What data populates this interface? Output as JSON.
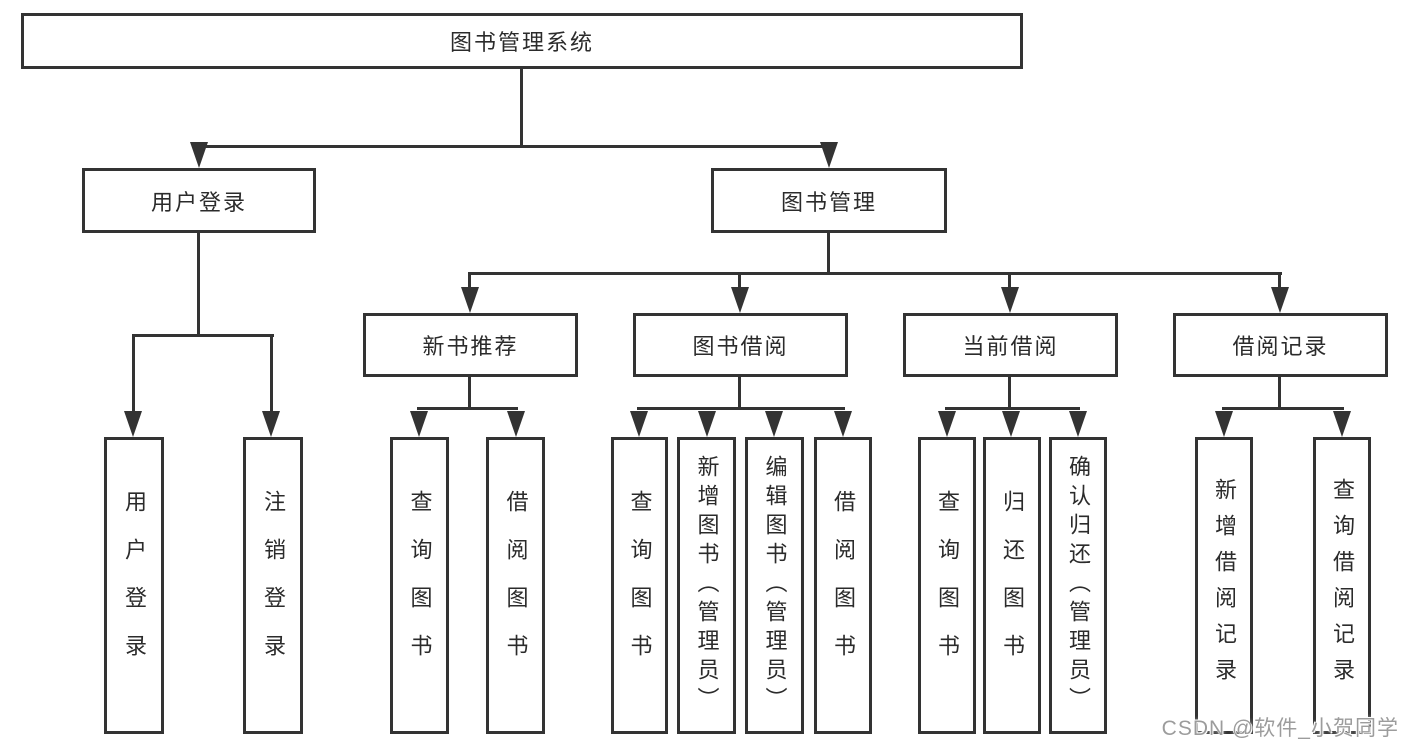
{
  "diagram": {
    "title_note": "functional structure tree of a library management system",
    "root": {
      "label": "图书管理系统"
    },
    "branches": [
      {
        "label": "用户登录",
        "children": [
          {
            "label": "用户登录"
          },
          {
            "label": "注销登录"
          }
        ]
      },
      {
        "label": "图书管理",
        "children": [
          {
            "label": "新书推荐",
            "children": [
              {
                "label": "查询图书"
              },
              {
                "label": "借阅图书"
              }
            ]
          },
          {
            "label": "图书借阅",
            "children": [
              {
                "label": "查询图书"
              },
              {
                "label": "新增图书（管理员）"
              },
              {
                "label": "编辑图书（管理员）"
              },
              {
                "label": "借阅图书"
              }
            ]
          },
          {
            "label": "当前借阅",
            "children": [
              {
                "label": "查询图书"
              },
              {
                "label": "归还图书"
              },
              {
                "label": "确认归还（管理员）"
              }
            ]
          },
          {
            "label": "借阅记录",
            "children": [
              {
                "label": "新增借阅记录"
              },
              {
                "label": "查询借阅记录"
              }
            ]
          }
        ]
      }
    ]
  },
  "watermark": {
    "text": "CSDN @软件_小贺同学"
  },
  "colors": {
    "line": "#333333",
    "text": "#2b2b2b",
    "watermark": "#9c9c9c",
    "background": "#ffffff"
  }
}
